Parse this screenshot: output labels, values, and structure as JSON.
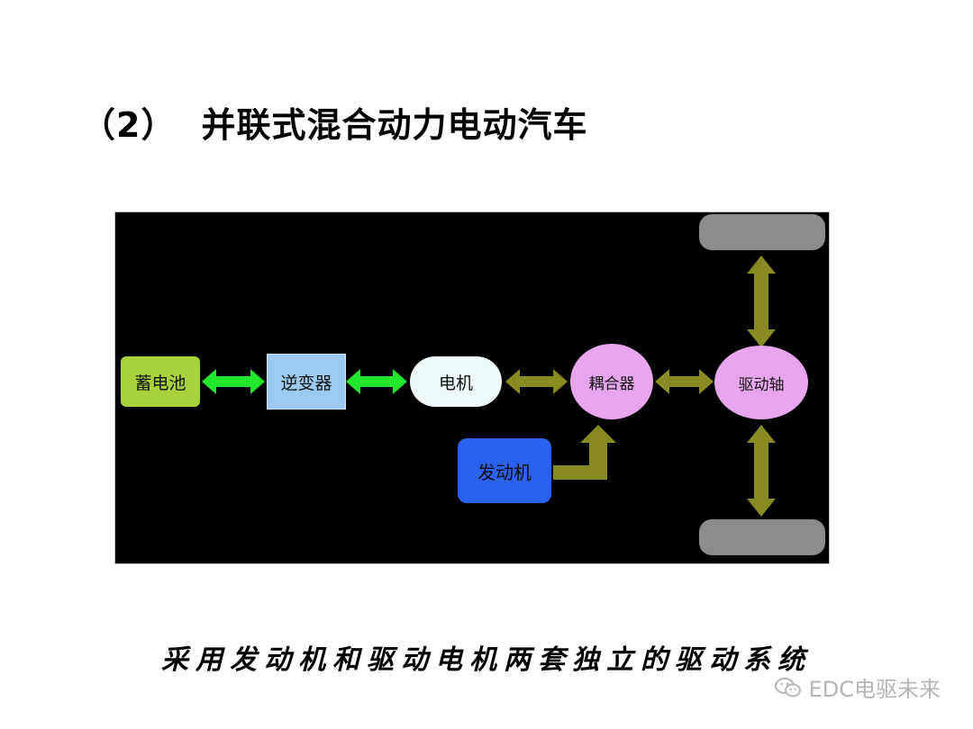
{
  "title": {
    "number": "（2）",
    "text": "并联式混合动力电动汽车"
  },
  "diagram": {
    "nodes": {
      "battery": "蓄电池",
      "inverter": "逆变器",
      "motor": "电机",
      "coupler": "耦合器",
      "engine": "发动机",
      "axle": "驱动轴"
    },
    "colors": {
      "background": "#000000",
      "electric_arrow": "#22e62a",
      "mechanical_arrow": "#8a8a22",
      "battery": "#a9d23c",
      "inverter": "#9ccaf0",
      "motor": "#eef9fb",
      "coupler": "#e8a6ee",
      "engine": "#2a62f0",
      "axle": "#e8a6ee",
      "wheel": "#8c8c8c"
    }
  },
  "caption": "采用发动机和驱动电机两套独立的驱动系统",
  "watermark": {
    "icon": "wechat-icon",
    "text": "EDC电驱未来"
  }
}
